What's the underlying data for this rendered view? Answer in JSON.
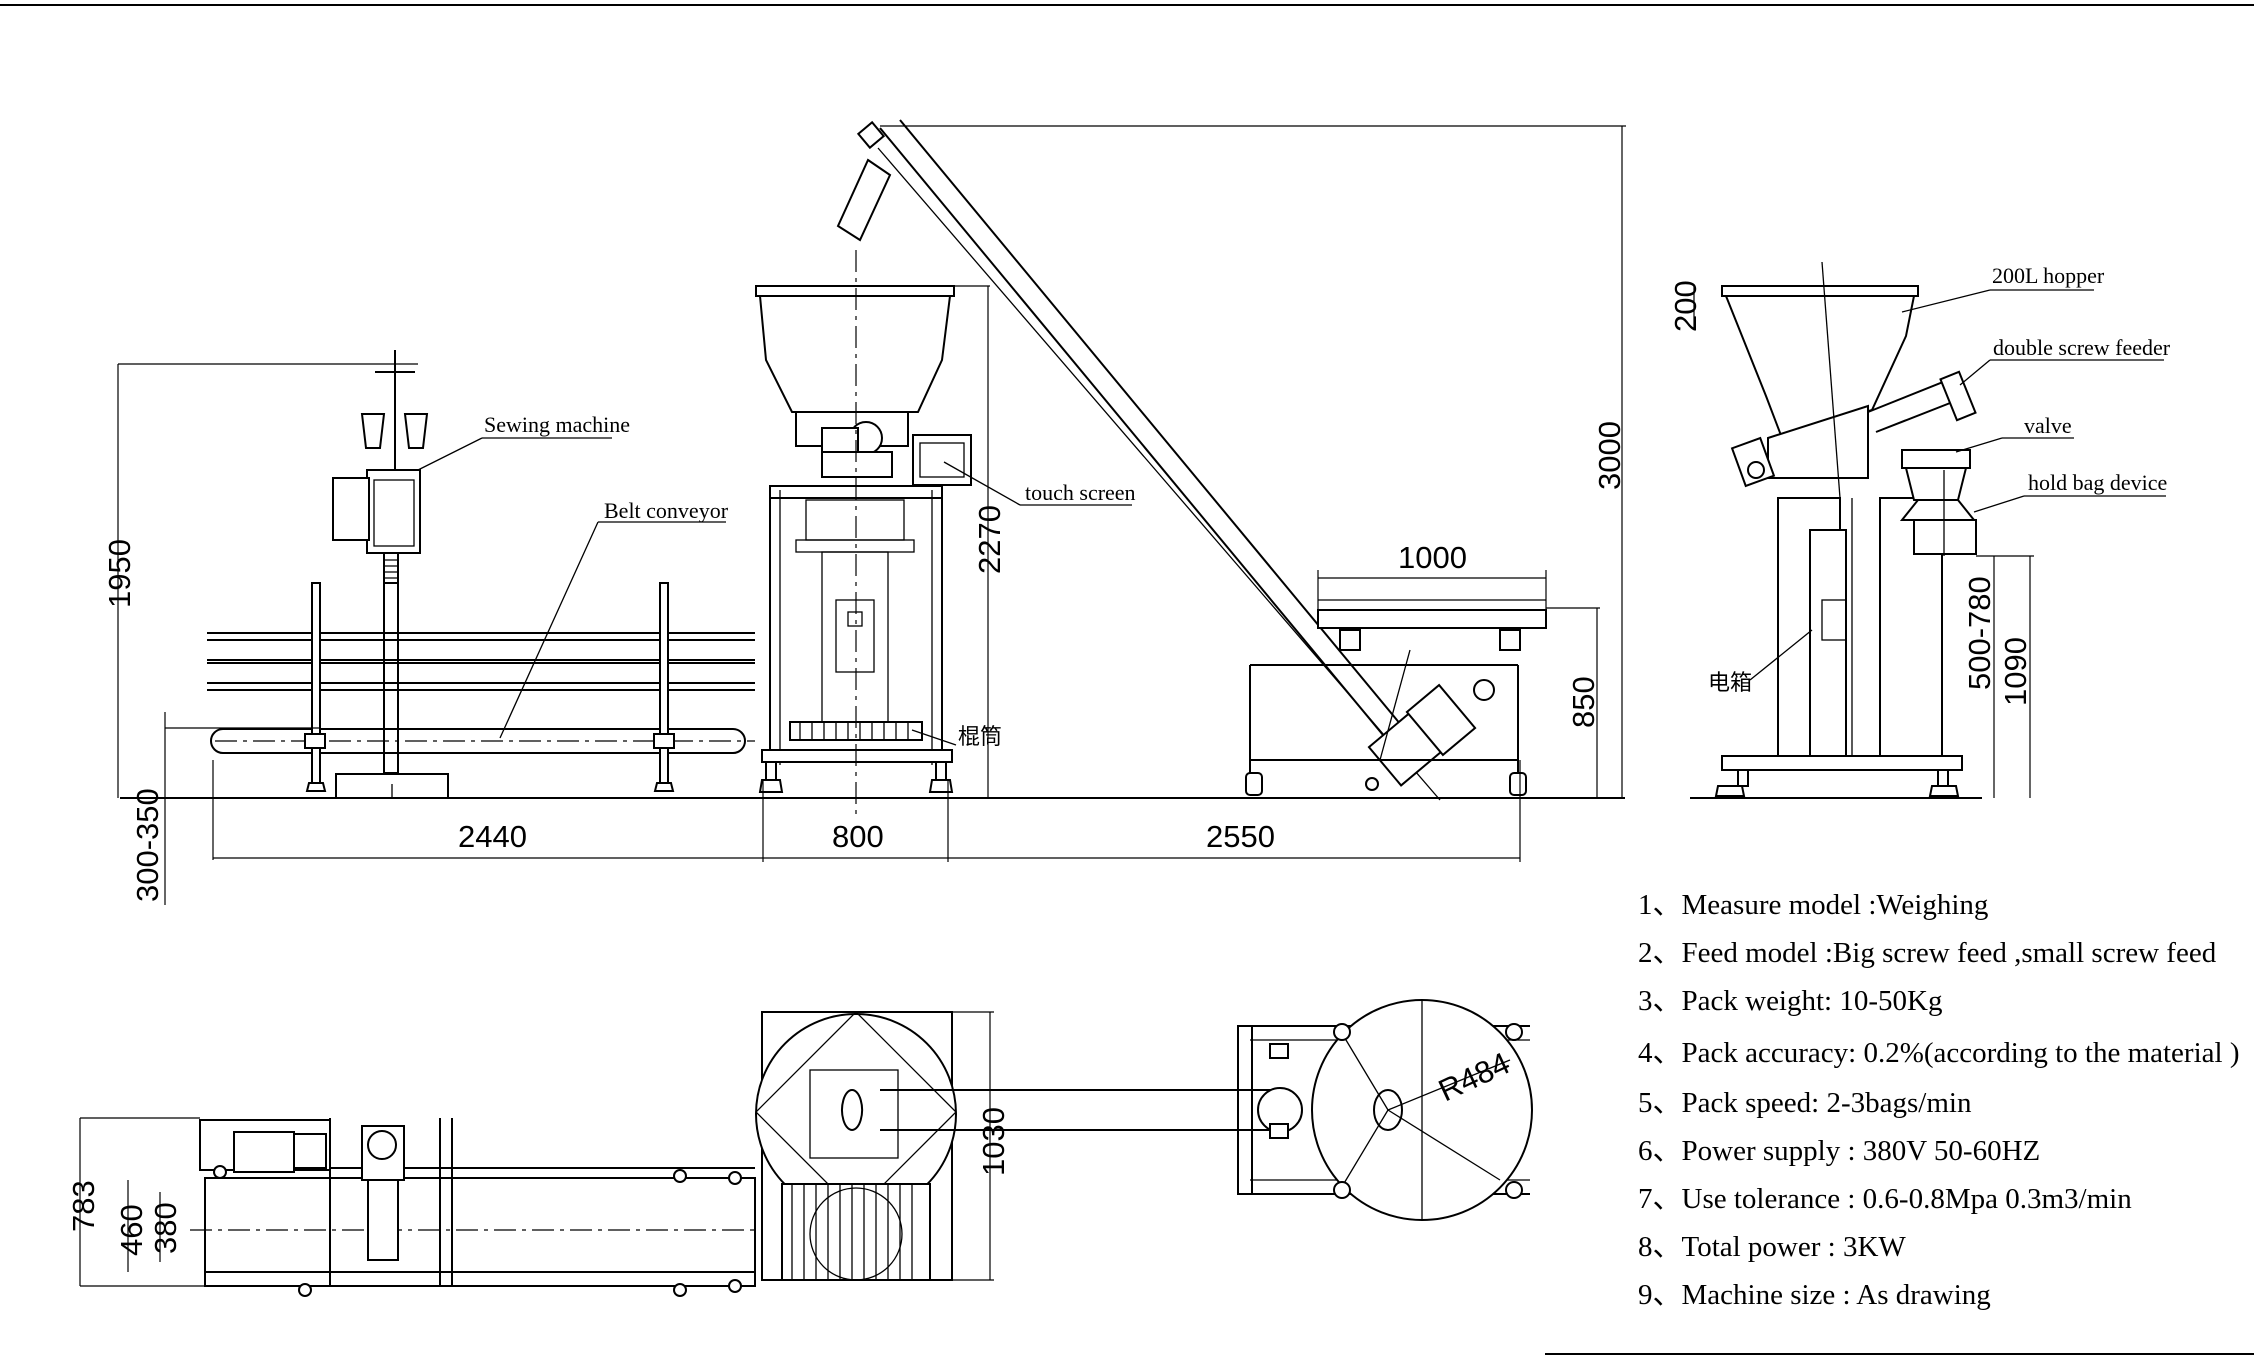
{
  "labels": {
    "sewing_machine": "Sewing machine",
    "belt_conveyor": "Belt conveyor",
    "touch_screen": "touch screen",
    "roller": "棍筒",
    "hopper": "200L hopper",
    "double_screw_feeder": "double screw feeder",
    "valve": "valve",
    "hold_bag_device": "hold bag device",
    "electric_box": "电箱",
    "radius": "R484"
  },
  "dimensions": {
    "d1950": "1950",
    "d300_350": "300-350",
    "d2440": "2440",
    "d800": "800",
    "d2550": "2550",
    "d2270": "2270",
    "d3000": "3000",
    "d1000": "1000",
    "d850": "850",
    "d200": "200",
    "d500_780": "500-780",
    "d1090": "1090",
    "d1030": "1030",
    "d783": "783",
    "d460": "460",
    "d380": "380"
  },
  "specs": [
    "1、Measure model :Weighing",
    "2、Feed model :Big screw feed ,small screw feed",
    "3、Pack weight: 10-50Kg",
    "4、Pack accuracy: 0.2%(according to the material )",
    "5、Pack speed: 2-3bags/min",
    "6、Power supply : 380V  50-60HZ",
    "7、Use tolerance : 0.6-0.8Mpa  0.3m3/min",
    "8、Total power : 3KW",
    "9、Machine size : As drawing"
  ]
}
